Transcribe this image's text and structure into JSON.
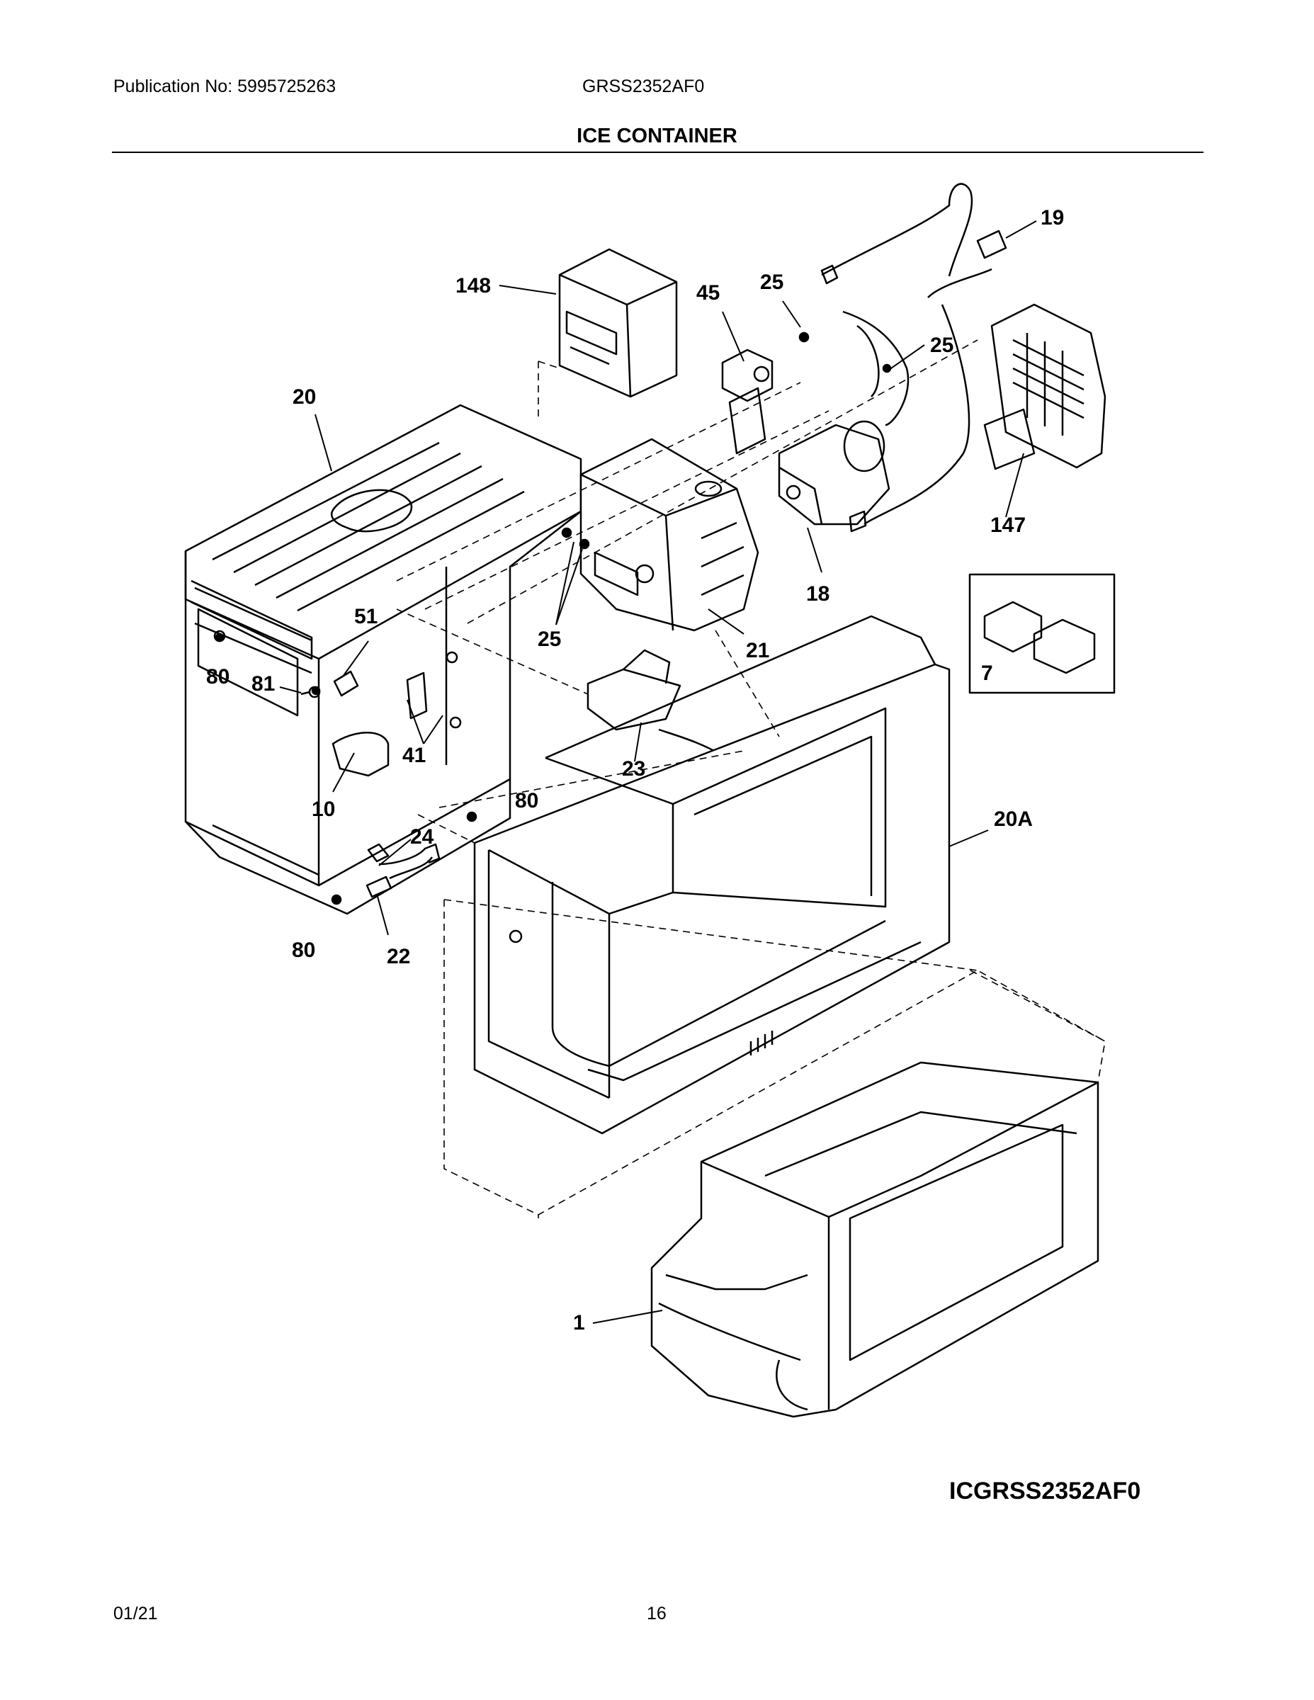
{
  "header": {
    "publication": "Publication No: 5995725263",
    "model": "GRSS2352AF0",
    "section_title": "ICE CONTAINER"
  },
  "callouts": {
    "c1": "1",
    "c7": "7",
    "c10": "10",
    "c18": "18",
    "c19": "19",
    "c20": "20",
    "c20a": "20A",
    "c21": "21",
    "c22": "22",
    "c23": "23",
    "c24": "24",
    "c25a": "25",
    "c25b": "25",
    "c25c": "25",
    "c41": "41",
    "c45": "45",
    "c51": "51",
    "c80a": "80",
    "c80b": "80",
    "c80c": "80",
    "c81": "81",
    "c147": "147",
    "c148": "148"
  },
  "diagram_id": "ICGRSS2352AF0",
  "footer": {
    "date": "01/21",
    "page": "16"
  }
}
